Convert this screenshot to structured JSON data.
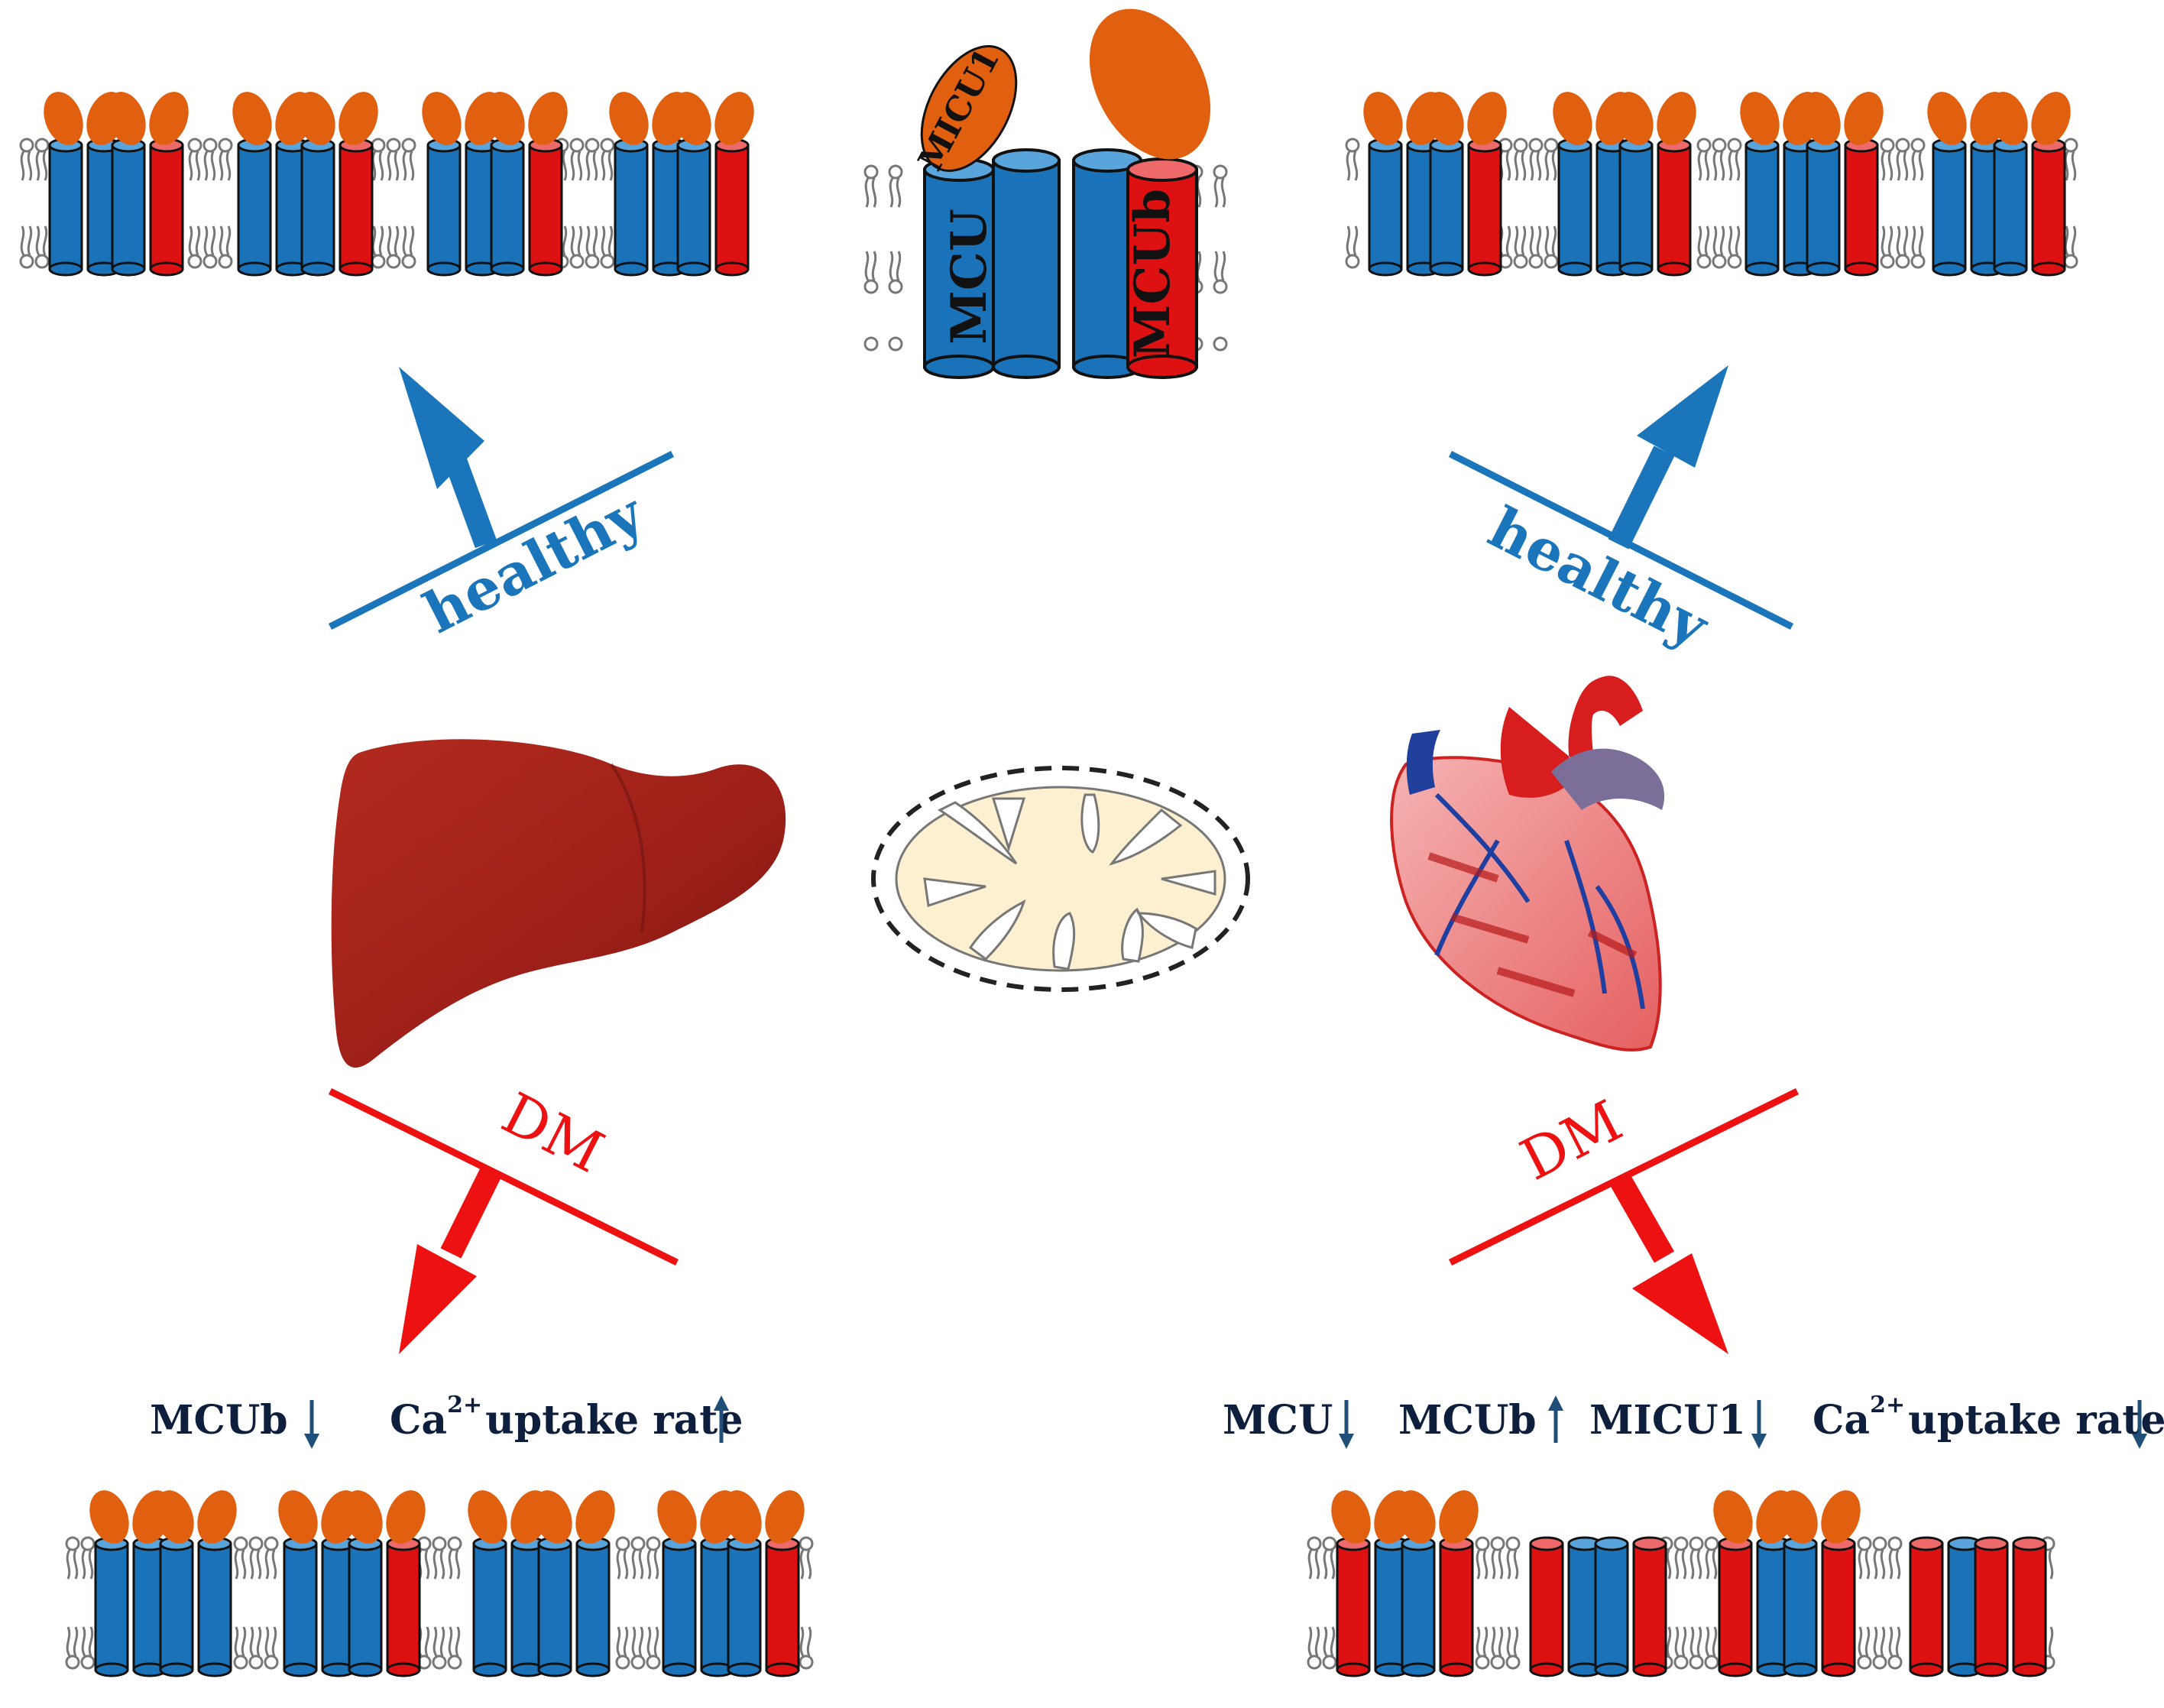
{
  "figure": {
    "center_channel": {
      "mcu_label": "MCU",
      "mcub_label": "MCUb",
      "micu1_label": "MICU1"
    },
    "branches": {
      "liver_healthy_label": "healthy",
      "heart_healthy_label": "healthy",
      "liver_dm_label": "DM",
      "heart_dm_label": "DM"
    },
    "liver_dm_changes": {
      "item1": "MCUb",
      "item2_prefix": "Ca",
      "item2_sup": "2+",
      "item2_suffix": "uptake rate"
    },
    "heart_dm_changes": {
      "item1": "MCU",
      "item2": "MCUb",
      "item3": "MICU1",
      "item4_prefix": "Ca",
      "item4_sup": "2+",
      "item4_suffix": "uptake rate"
    }
  },
  "icons": [
    "liver-icon",
    "heart-icon",
    "mitochondrion-icon"
  ],
  "colors": {
    "mcu_blue": "#1a73b8",
    "mcub_red": "#dd1111",
    "micu1_orange": "#e06010",
    "healthy_blue": "#1a75bb",
    "dm_red": "#ee1111",
    "text_dark": "#0d1f3c",
    "arrow_navy": "#1f4e79"
  }
}
